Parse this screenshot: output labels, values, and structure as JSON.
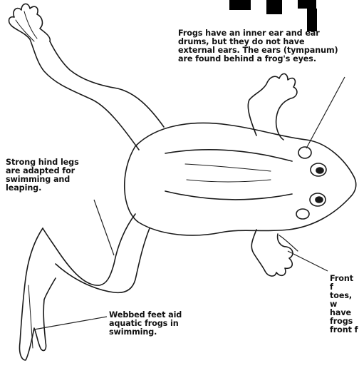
{
  "annotations": {
    "ears": "Frogs have an inner ear and ear\ndrums, but they do not have\nexternal ears. The ears (tympanum)\nare found behind a frog's eyes.",
    "hind_legs": "Strong hind legs\nare adapted for\nswimming and\nleaping.",
    "webbed_feet": "Webbed feet aid\naquatic frogs in\nswimming.",
    "front_feet": "Front f\ntoes, w\nhave\nfrogs\nfront f"
  },
  "colors": {
    "ink": "#1a1a1a",
    "leader": "#222222",
    "paper": "#ffffff",
    "header_block": "#000000"
  }
}
